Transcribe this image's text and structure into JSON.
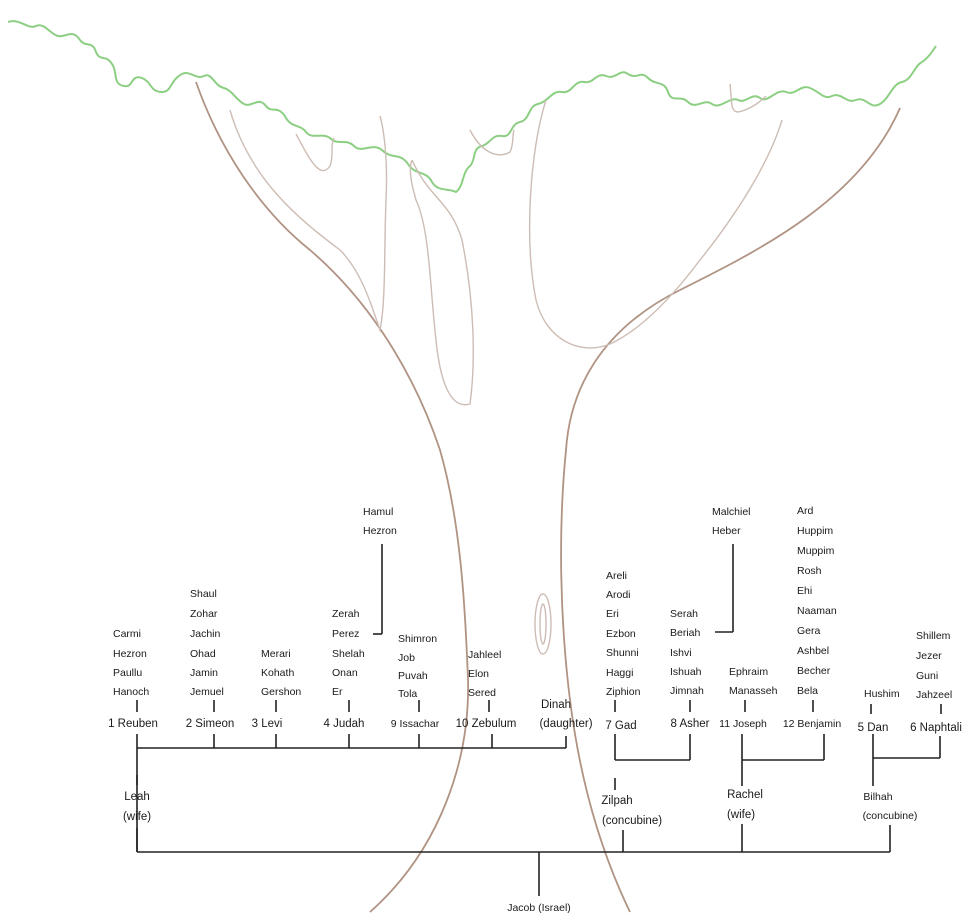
{
  "root": "Jacob (Israel)",
  "mothers": {
    "leah": [
      "Leah",
      "(wife)"
    ],
    "zilpah": [
      "Zilpah",
      "(concubine)"
    ],
    "rachel": [
      "Rachel",
      "(wife)"
    ],
    "bilhah": [
      "Bilhah",
      "(concubine)"
    ]
  },
  "sons": {
    "reuben": {
      "label": "1 Reuben",
      "children": [
        "Carmi",
        "Hezron",
        "Paullu",
        "Hanoch"
      ]
    },
    "simeon": {
      "label": "2 Simeon",
      "children": [
        "Shaul",
        "Zohar",
        "Jachin",
        "Ohad",
        "Jamin",
        "Jemuel"
      ]
    },
    "levi": {
      "label": "3 Levi",
      "children": [
        "Merari",
        "Kohath",
        "Gershon"
      ]
    },
    "judah": {
      "label": "4 Judah",
      "children": [
        "Zerah",
        "Perez",
        "Shelah",
        "Onan",
        "Er"
      ],
      "grandchildren": [
        "Hamul",
        "Hezron"
      ]
    },
    "issachar": {
      "label": "9 Issachar",
      "children": [
        "Shimron",
        "Job",
        "Puvah",
        "Tola"
      ]
    },
    "zebulum": {
      "label": "10 Zebulum",
      "children": [
        "Jahleel",
        "Elon",
        "Sered"
      ]
    },
    "dinah": {
      "label": [
        "Dinah",
        "(daughter)"
      ]
    },
    "gad": {
      "label": "7 Gad",
      "children": [
        "Areli",
        "Arodi",
        "Eri",
        "Ezbon",
        "Shunni",
        "Haggi",
        "Ziphion"
      ]
    },
    "asher": {
      "label": "8 Asher",
      "children": [
        "Serah",
        "Beriah",
        "Ishvi",
        "Ishuah",
        "Jimnah"
      ],
      "grandchildren": [
        "Malchiel",
        "Heber"
      ]
    },
    "joseph": {
      "label": "11 Joseph",
      "children": [
        "Ephraim",
        "Manasseh"
      ]
    },
    "benjamin": {
      "label": "12 Benjamin",
      "children": [
        "Ard",
        "Huppim",
        "Muppim",
        "Rosh",
        "Ehi",
        "Naaman",
        "Gera",
        "Ashbel",
        "Becher",
        "Bela"
      ]
    },
    "dan": {
      "label": "5 Dan",
      "children": [
        "Hushim"
      ]
    },
    "naphtali": {
      "label": "6 Naphtali",
      "children": [
        "Shillem",
        "Jezer",
        "Guni",
        "Jahzeel"
      ]
    }
  }
}
